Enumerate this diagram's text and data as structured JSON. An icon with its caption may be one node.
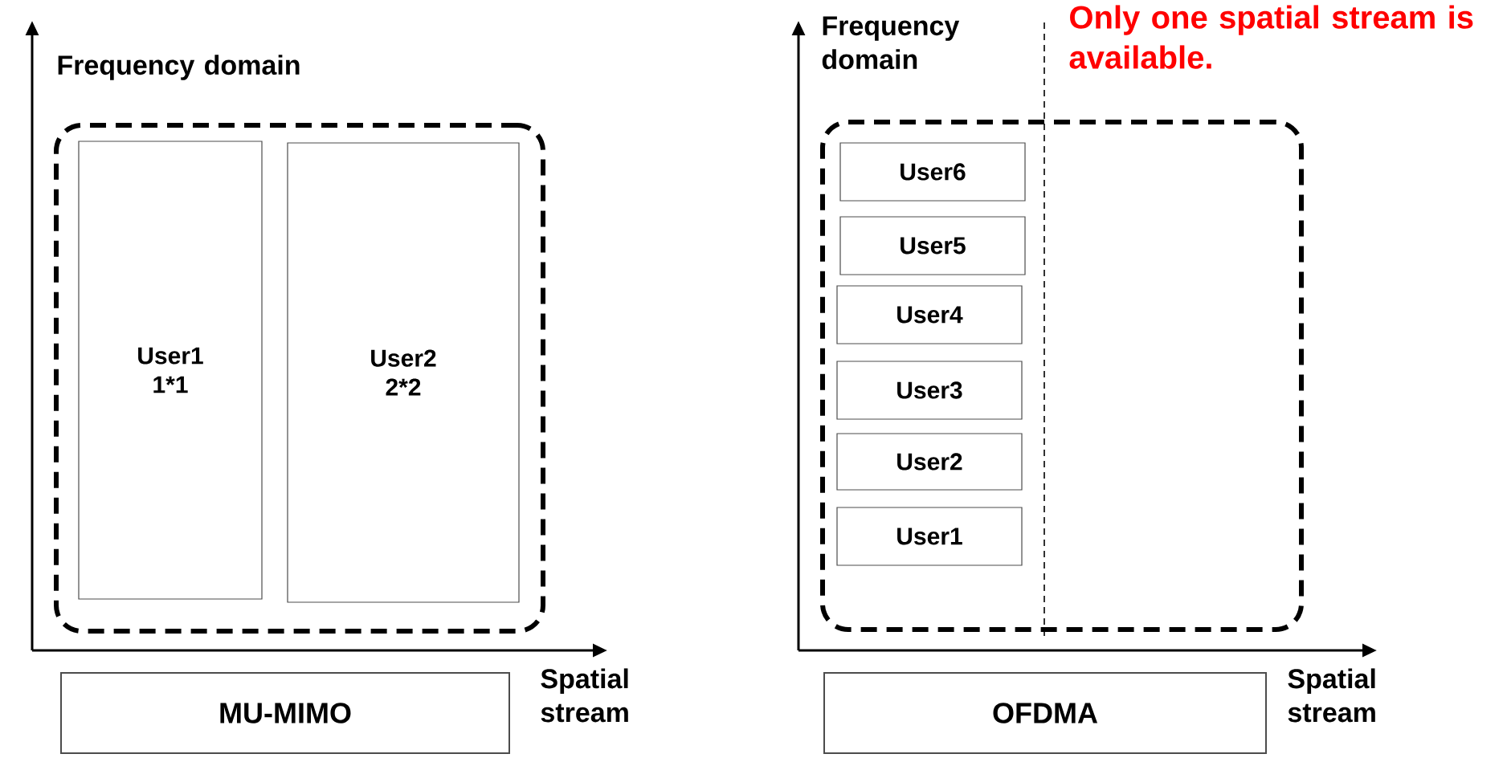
{
  "diagram": {
    "nodes": [
      {
        "text": [],
        "shape": "box"
      },
      {
        "text": [
          "User1 1*1"
        ],
        "in": 0
      },
      {
        "text": [
          "User2 2*2"
        ],
        "in": 0
      },
      {
        "text": [
          "MU-MIMO"
        ]
      },
      {
        "text": [],
        "shape": "box"
      },
      {
        "text": [
          "User6"
        ],
        "in": 4
      },
      {
        "text": [
          "User5"
        ],
        "in": 4
      },
      {
        "text": [
          "User4"
        ],
        "in": 4
      },
      {
        "text": [
          "User3"
        ],
        "in": 4
      },
      {
        "text": [
          "User2"
        ],
        "in": 4
      },
      {
        "text": [
          "User1"
        ],
        "in": 4
      },
      {
        "text": [
          "OFDMA"
        ]
      }
    ],
    "labels": [
      "Frequency domain",
      "Spatial stream",
      "Frequency domain",
      "Only one spatial stream is available.",
      "Spatial stream"
    ]
  }
}
